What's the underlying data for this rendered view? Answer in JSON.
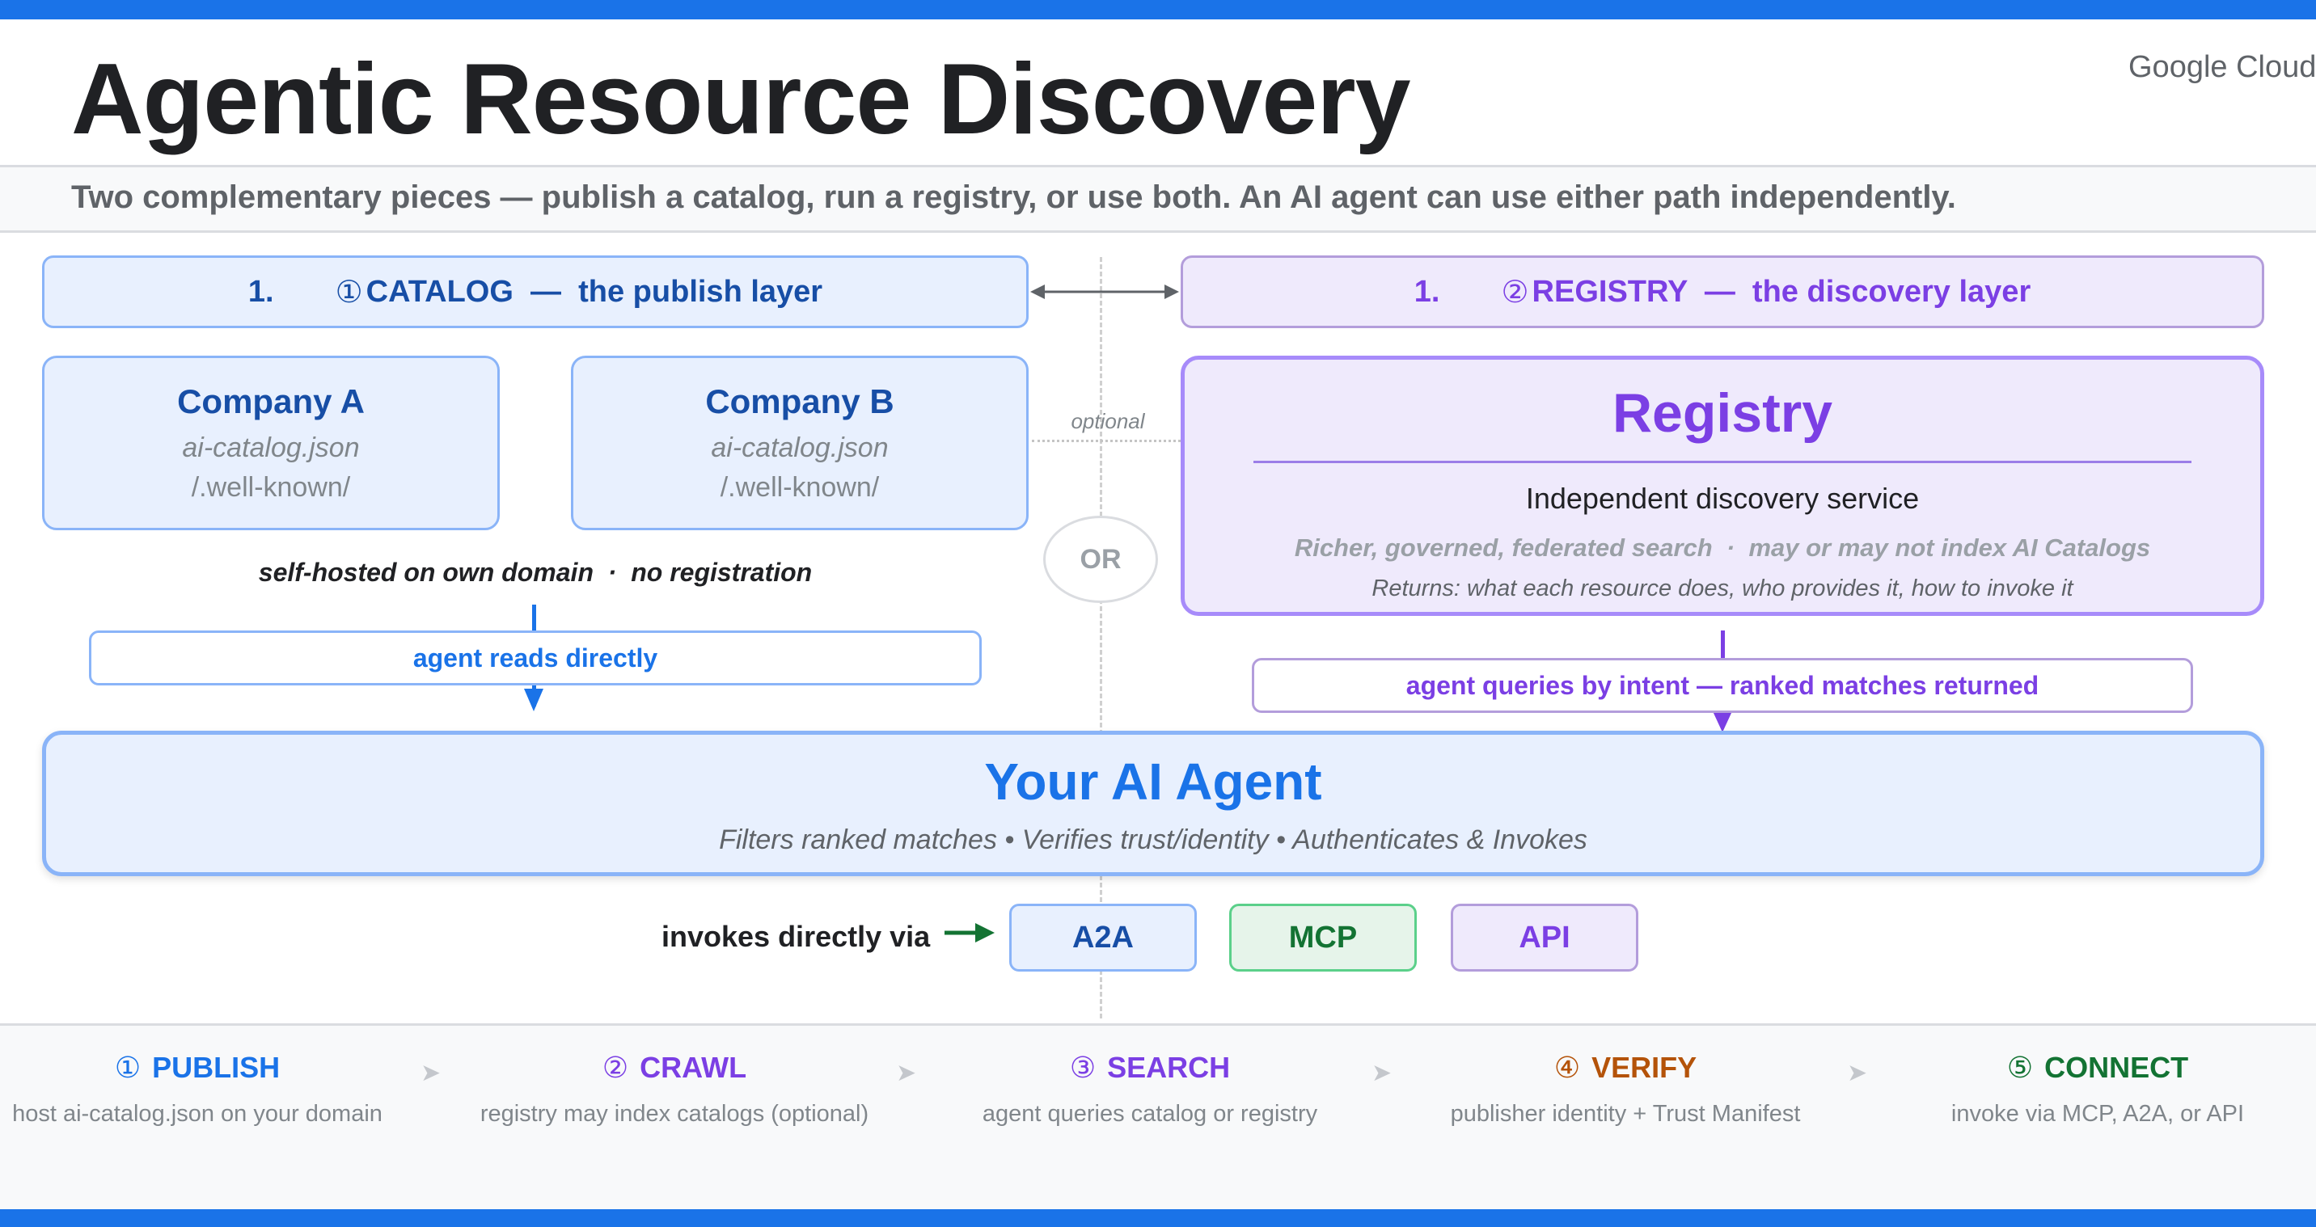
{
  "header": {
    "title": "Agentic Resource Discovery",
    "brand": "Google Cloud",
    "subtitle": "Two complementary pieces — publish a catalog, run a registry, or use both. An AI agent can use either path independently."
  },
  "catalog": {
    "header_number": "1.",
    "header_circle": "①",
    "header_label": "CATALOG  —  the publish layer",
    "companies": [
      {
        "name": "Company A",
        "file": "ai-catalog.json",
        "path": "/.well-known/"
      },
      {
        "name": "Company B",
        "file": "ai-catalog.json",
        "path": "/.well-known/"
      }
    ],
    "hosting_note": "self-hosted on own domain  ·  no registration",
    "agent_path_label": "agent reads directly"
  },
  "middle": {
    "optional_label": "optional",
    "or_label": "OR"
  },
  "registry": {
    "header_number": "1.",
    "header_circle": "②",
    "header_label": "REGISTRY  —  the discovery layer",
    "title": "Registry",
    "subtitle": "Independent discovery service",
    "description": "Richer, governed, federated search  ·  may or may not index AI Catalogs",
    "returns": "Returns: what each resource does, who provides it, how to invoke it",
    "agent_path_label": "agent queries by intent — ranked matches returned"
  },
  "agent": {
    "title": "Your AI Agent",
    "subtitle": "Filters ranked matches • Verifies trust/identity • Authenticates & Invokes"
  },
  "invoke": {
    "label": "invokes directly via",
    "protocols": [
      "A2A",
      "MCP",
      "API"
    ]
  },
  "steps": [
    {
      "num": "①",
      "title": "PUBLISH",
      "desc": "host ai-catalog.json on your domain"
    },
    {
      "num": "②",
      "title": "CRAWL",
      "desc": "registry may index catalogs (optional)"
    },
    {
      "num": "③",
      "title": "SEARCH",
      "desc": "agent queries catalog or registry"
    },
    {
      "num": "④",
      "title": "VERIFY",
      "desc": "publisher identity + Trust Manifest"
    },
    {
      "num": "⑤",
      "title": "CONNECT",
      "desc": "invoke via MCP, A2A, or API"
    }
  ],
  "colors": {
    "google_blue": "#1a73e8",
    "catalog_dark_blue": "#174ea6",
    "registry_purple": "#7b3fe4",
    "mcp_green": "#137333",
    "verify_orange": "#b45309"
  }
}
